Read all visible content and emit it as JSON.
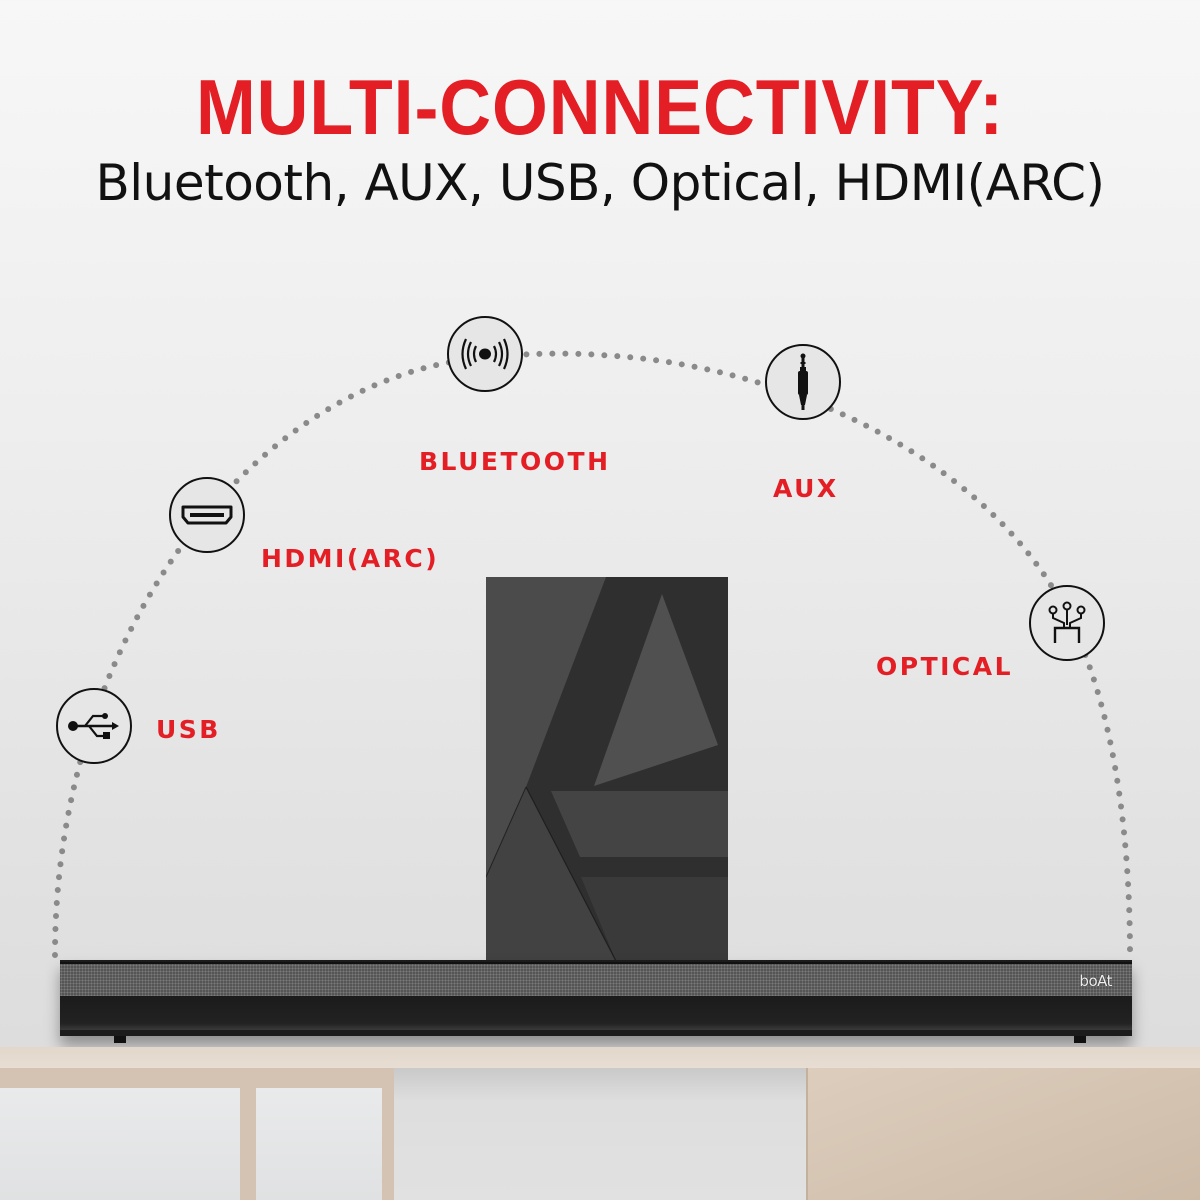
{
  "header": {
    "title": "MULTI-CONNECTIVITY:",
    "subtitle": "Bluetooth, AUX, USB, Optical, HDMI(ARC)"
  },
  "connections": [
    {
      "id": "usb",
      "label": "USB",
      "icon": "usb-icon"
    },
    {
      "id": "hdmi",
      "label": "HDMI(ARC)",
      "icon": "hdmi-port-icon"
    },
    {
      "id": "bluetooth",
      "label": "BLUETOOTH",
      "icon": "bluetooth-broadcast-icon"
    },
    {
      "id": "aux",
      "label": "AUX",
      "icon": "aux-jack-icon"
    },
    {
      "id": "optical",
      "label": "OPTICAL",
      "icon": "optical-fiber-icon"
    }
  ],
  "product": {
    "brand": "boAt"
  },
  "colors": {
    "accent": "#e31e24",
    "text": "#111111",
    "arc_dots": "#8a8a8a"
  }
}
